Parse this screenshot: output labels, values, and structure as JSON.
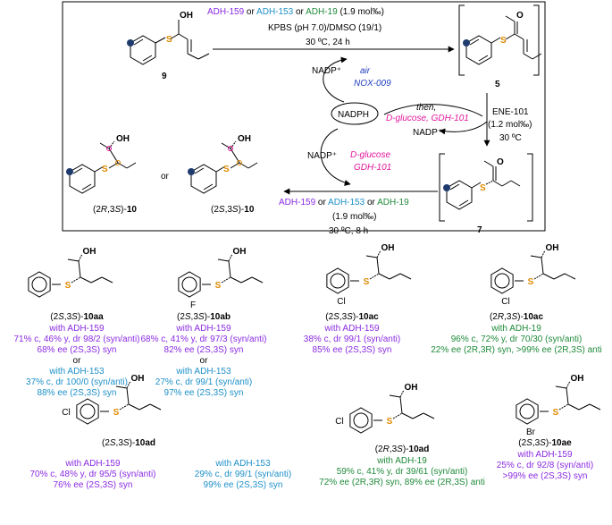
{
  "colors": {
    "adh159": "#8a2be2",
    "adh153": "#1e90c8",
    "adh19": "#1f8a3a",
    "nox": "#1f3fbf",
    "gdh": "#e0159b",
    "sulfur": "#e08a00",
    "black": "#000000"
  },
  "top_scheme": {
    "step1_enzymes": {
      "a": "ADH-159",
      "or1": " or ",
      "b": "ADH-153",
      "or2": " or ",
      "c": "ADH-19",
      "loading": " (1.9 mol‰)"
    },
    "step1_buffer": "KPBS (pH 7.0)/DMSO (19/1)",
    "step1_temp": "30 ºC, 24 h",
    "cofactor_nadp": "NADP⁺",
    "cofactor_nadph": "NADPH",
    "air": "air",
    "nox": "NOX-009",
    "then": "then,",
    "glucose_gdh": "D-glucose, GDH-101",
    "dglucose": "D-glucose",
    "gdh": "GDH-101",
    "ene": "ENE-101",
    "ene_loading": "(1.2 mol‰)",
    "step2_temp": "30 ºC",
    "step3_enzymes": {
      "a": "ADH-159",
      "or1": " or ",
      "b": "ADH-153",
      "or2": " or ",
      "c": "ADH-19"
    },
    "step3_loading": "(1.9 mol‰)",
    "step3_temp": "30 ºC, 8 h",
    "cpd9": "9",
    "cpd5": "5",
    "cpd7": "7",
    "prod_a_prefix": "(2",
    "prod_a_stereo": "R",
    "prod_a_mid": ",3",
    "prod_a_stereo2": "S",
    "prod_a_suffix": ")-",
    "prod_a_num": "10",
    "or_word": "or",
    "prod_b_prefix": "(2",
    "prod_b_stereo": "S",
    "prod_b_mid": ",3",
    "prod_b_stereo2": "S",
    "prod_b_suffix": ")-",
    "prod_b_num": "10",
    "oh": "OH",
    "o": "O",
    "s": "S"
  },
  "compounds": [
    {
      "label": "(2S,3S)-10aa",
      "lines": [
        {
          "text": "with ADH-159",
          "color": "adh159"
        },
        {
          "text": "71% c, 46% y, dr 98/2 (syn/anti)",
          "color": "adh159"
        },
        {
          "text": "68% ee (2S,3S) syn",
          "color": "adh159"
        },
        {
          "text": "or",
          "color": "black"
        },
        {
          "text": "with ADH-153",
          "color": "adh153"
        },
        {
          "text": "37% c, dr 100/0 (syn/anti)",
          "color": "adh153"
        },
        {
          "text": "88% ee (2S,3S) syn",
          "color": "adh153"
        }
      ]
    },
    {
      "label": "(2S,3S)-10ab",
      "substituent": "F",
      "lines": [
        {
          "text": "with ADH-159",
          "color": "adh159"
        },
        {
          "text": "68% c, 41% y, dr 97/3 (syn/anti)",
          "color": "adh159"
        },
        {
          "text": "82% ee (2S,3S) syn",
          "color": "adh159"
        },
        {
          "text": "or",
          "color": "black"
        },
        {
          "text": "with ADH-153",
          "color": "adh153"
        },
        {
          "text": "27% c, dr 99/1 (syn/anti)",
          "color": "adh153"
        },
        {
          "text": "97% ee (2S,3S) syn",
          "color": "adh153"
        }
      ]
    },
    {
      "label": "(2S,3S)-10ac",
      "substituent": "Cl",
      "lines": [
        {
          "text": "with ADH-159",
          "color": "adh159"
        },
        {
          "text": "38% c, dr 99/1 (syn/anti)",
          "color": "adh159"
        },
        {
          "text": "85% ee (2S,3S) syn",
          "color": "adh159"
        }
      ]
    },
    {
      "label": "(2R,3S)-10ac",
      "substituent": "Cl",
      "lines": [
        {
          "text": "with ADH-19",
          "color": "adh19"
        },
        {
          "text": "96% c, 72% y, dr 70/30 (syn/anti)",
          "color": "adh19"
        },
        {
          "text": "22% ee (2R,3R) syn, >99% ee (2R,3S) anti",
          "color": "adh19"
        }
      ]
    },
    {
      "label": "(2S,3S)-10ad",
      "substituent": "Cl",
      "lines_left": [
        {
          "text": "with ADH-159",
          "color": "adh159"
        },
        {
          "text": "70% c, 48% y, dr 95/5 (syn/anti)",
          "color": "adh159"
        },
        {
          "text": "76% ee (2S,3S) syn",
          "color": "adh159"
        }
      ],
      "lines_right": [
        {
          "text": "with ADH-153",
          "color": "adh153"
        },
        {
          "text": "29% c, dr 99/1 (syn/anti)",
          "color": "adh153"
        },
        {
          "text": "99% ee (2S,3S) syn",
          "color": "adh153"
        }
      ]
    },
    {
      "label": "(2R,3S)-10ad",
      "substituent": "Cl",
      "lines": [
        {
          "text": "with ADH-19",
          "color": "adh19"
        },
        {
          "text": "59% c, 41% y, dr 39/61 (syn/anti)",
          "color": "adh19"
        },
        {
          "text": "72% ee (2R,3R) syn, 89% ee (2R,3S) anti",
          "color": "adh19"
        }
      ]
    },
    {
      "label": "(2S,3S)-10ae",
      "substituent": "Br",
      "lines": [
        {
          "text": "with ADH-159",
          "color": "adh159"
        },
        {
          "text": "25% c, dr 92/8 (syn/anti)",
          "color": "adh159"
        },
        {
          "text": ">99% ee (2S,3S) syn",
          "color": "adh159"
        }
      ]
    }
  ]
}
